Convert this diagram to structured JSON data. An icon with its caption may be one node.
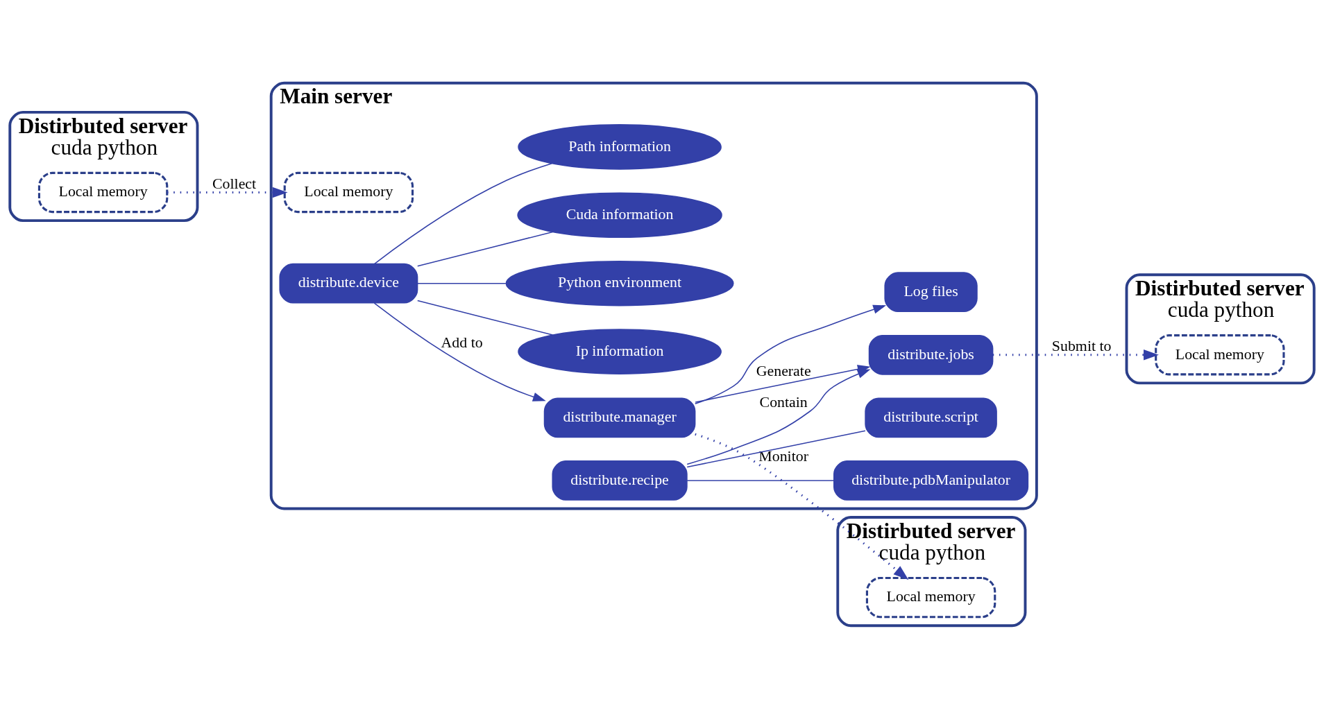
{
  "diagram": {
    "nodes": [
      {
        "text": [
          "Distirbuted server",
          "cuda python"
        ]
      },
      {
        "text": [
          "Local memory"
        ],
        "in": 0
      },
      {
        "text": [
          "Distirbuted server",
          "cuda python"
        ]
      },
      {
        "text": [
          "Local memory"
        ],
        "in": 2
      },
      {
        "text": [
          "Distirbuted server",
          "cuda python"
        ]
      },
      {
        "text": [
          "Local memory"
        ],
        "in": 4
      },
      {
        "text": [
          "Main server"
        ]
      },
      {
        "text": [
          "Local memory"
        ],
        "in": 6
      },
      {
        "text": [
          "distribute.device"
        ],
        "in": 6
      },
      {
        "text": [
          "distribute.manager"
        ],
        "in": 6
      },
      {
        "text": [
          "distribute.jobs"
        ],
        "in": 6
      },
      {
        "text": [
          "distribute.recipe"
        ],
        "in": 6
      },
      {
        "text": [
          "distribute.script"
        ],
        "in": 6
      },
      {
        "text": [
          "distribute.pdbManipulator"
        ],
        "in": 6
      },
      {
        "text": [
          "Ip information"
        ],
        "in": 6
      },
      {
        "text": [
          "Python environment"
        ],
        "in": 6
      },
      {
        "text": [
          "Cuda information"
        ],
        "in": 6
      },
      {
        "text": [
          "Path information"
        ],
        "in": 6
      },
      {
        "text": [
          "Log files"
        ],
        "in": 6
      }
    ],
    "edges": [
      {
        "from": 1,
        "to": 7,
        "arrow": "to",
        "label": "Collect",
        "style": "dashed"
      },
      {
        "from": 10,
        "to": 3,
        "arrow": "to",
        "label": "Submit to",
        "style": "dashed"
      },
      {
        "from": 9,
        "to": 5,
        "arrow": "to",
        "label": "Monitor",
        "style": "dashed"
      },
      {
        "from": 8,
        "to": 9,
        "arrow": "to",
        "label": "Add to"
      },
      {
        "from": 9,
        "to": 10,
        "arrow": "to",
        "label": "Generate"
      },
      {
        "from": 11,
        "to": 10,
        "arrow": "to",
        "label": "Contain"
      },
      {
        "from": 9,
        "to": 18,
        "arrow": "to"
      },
      {
        "from": 8,
        "to": 14,
        "arrow": "none"
      },
      {
        "from": 8,
        "to": 15,
        "arrow": "none"
      },
      {
        "from": 8,
        "to": 16,
        "arrow": "none"
      },
      {
        "from": 8,
        "to": 17,
        "arrow": "none"
      },
      {
        "from": 11,
        "to": 12,
        "arrow": "none"
      },
      {
        "from": 11,
        "to": 13,
        "arrow": "none"
      }
    ]
  }
}
